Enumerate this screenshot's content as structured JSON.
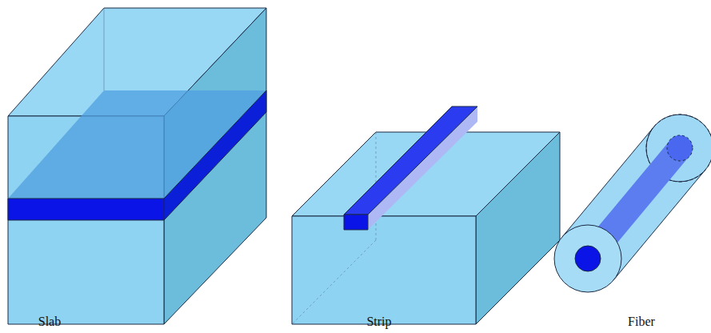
{
  "diagram": {
    "labels": [
      "Slab",
      "Strip",
      "Fiber"
    ]
  }
}
